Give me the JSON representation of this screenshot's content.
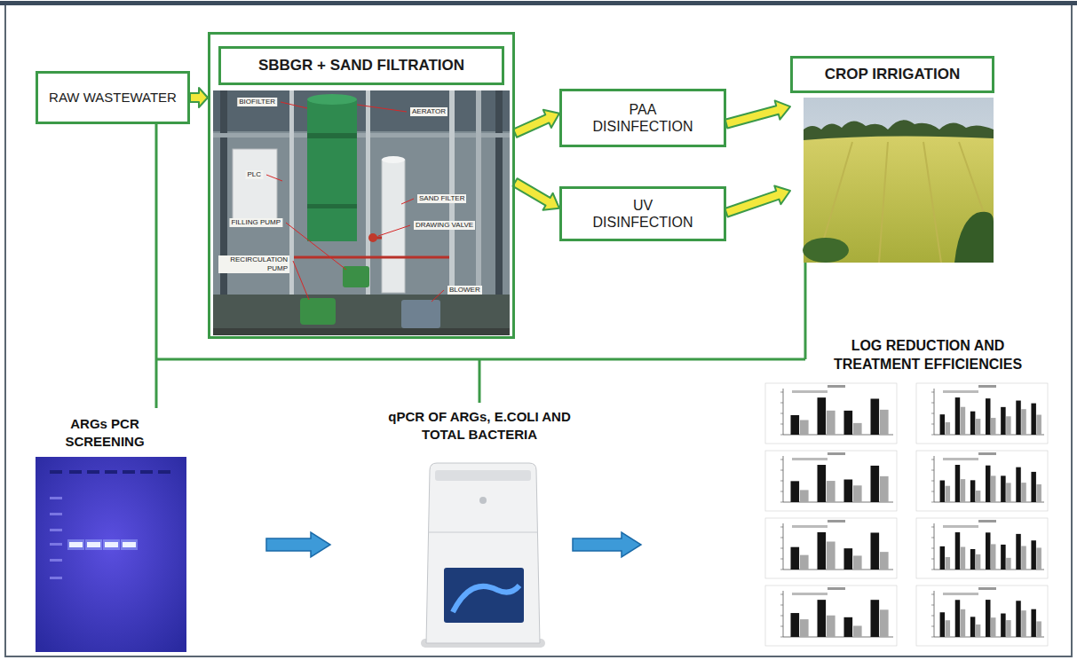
{
  "diagram": {
    "nodes": [
      {
        "text": [
          "RAW WASTEWATER"
        ]
      },
      {
        "text": [
          "SBBGR + SAND FILTRATION"
        ]
      },
      {
        "text": [
          "PAA DISINFECTION"
        ]
      },
      {
        "text": [
          "UV DISINFECTION"
        ]
      },
      {
        "text": [
          "CROP IRRIGATION"
        ]
      }
    ],
    "edges": [
      {
        "from": 0,
        "to": 1,
        "arrow": "to"
      },
      {
        "from": 1,
        "to": 2,
        "arrow": "to"
      },
      {
        "from": 1,
        "to": 3,
        "arrow": "to"
      },
      {
        "from": 2,
        "to": 4,
        "arrow": "to"
      },
      {
        "from": 3,
        "to": 4,
        "arrow": "to"
      }
    ],
    "labels": [
      "BIOFILTER",
      "AERATOR",
      "PLC",
      "SAND FILTER",
      "FILLING PUMP",
      "DRAWING VALVE",
      "RECIRCULATION PUMP",
      "BLOWER",
      "LOG REDUCTION AND TREATMENT EFFICIENCIES",
      "ARGs PCR SCREENING",
      "qPCR OF ARGs, E.COLI AND TOTAL BACTERIA"
    ]
  }
}
